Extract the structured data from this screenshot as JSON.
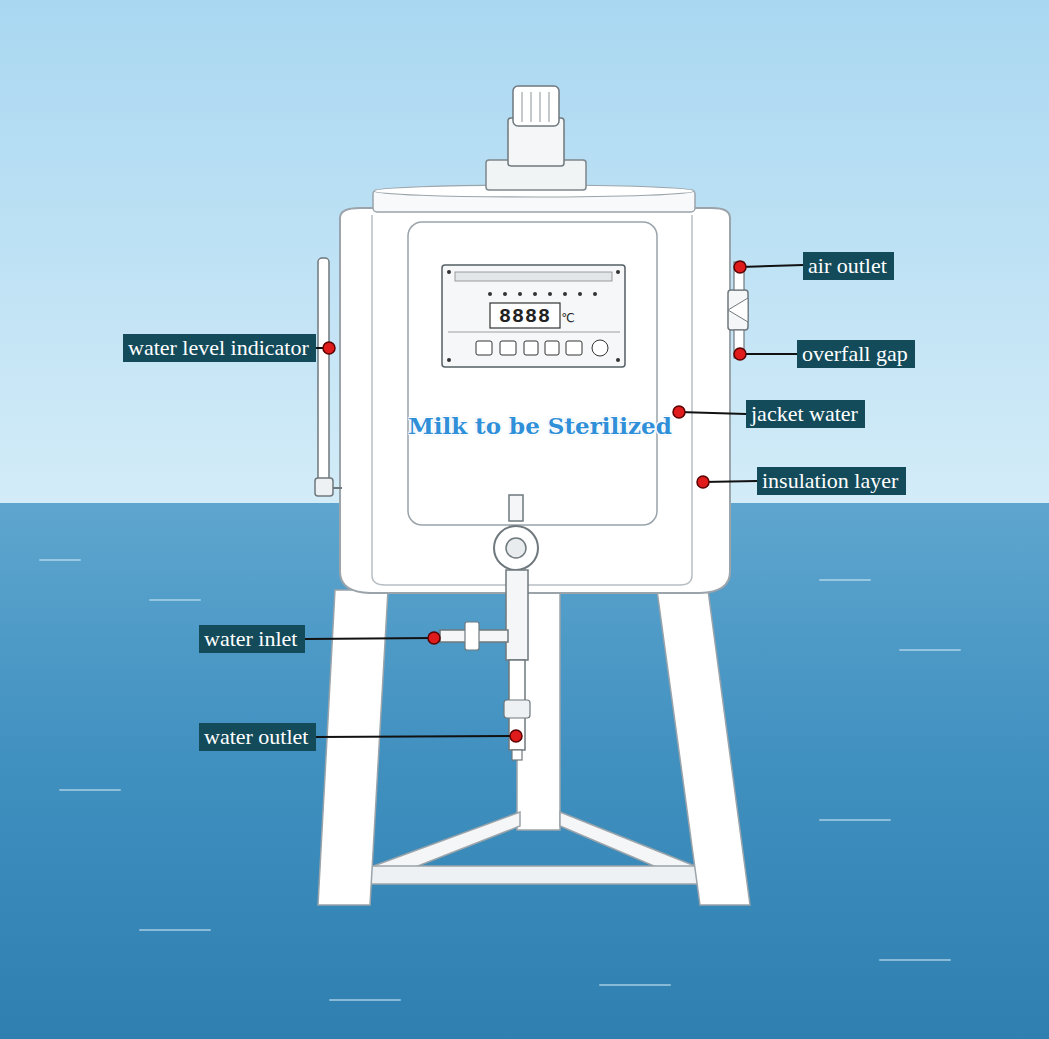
{
  "diagram": {
    "nodes": [
      {
        "text": [
          "air outlet"
        ]
      },
      {
        "text": [
          "water level indicator"
        ]
      },
      {
        "text": [
          "overfall gap"
        ]
      },
      {
        "text": [
          "jacket water"
        ]
      },
      {
        "text": [
          "insulation layer"
        ]
      },
      {
        "text": [
          "water inlet"
        ]
      },
      {
        "text": [
          "water outlet"
        ]
      }
    ],
    "labels": [
      "Milk to be Sterilized",
      "8888",
      "℃"
    ]
  }
}
